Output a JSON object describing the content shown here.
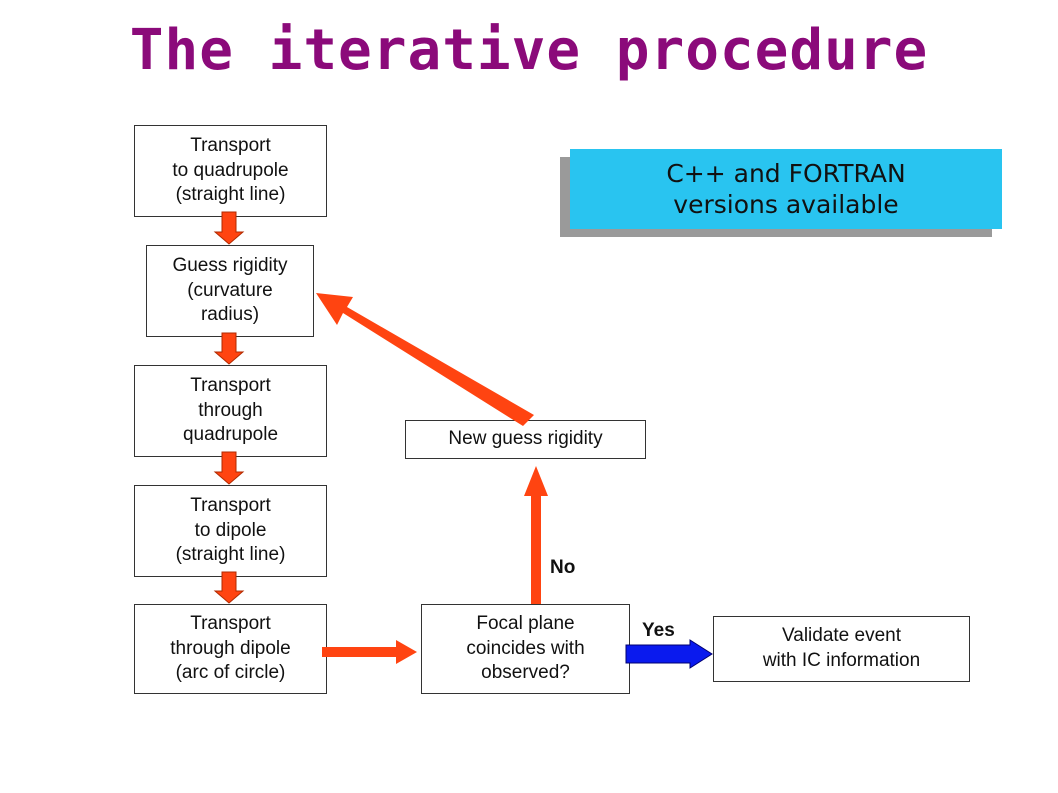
{
  "title": "The iterative procedure",
  "banner": {
    "text": "C++ and FORTRAN\nversions available",
    "color": "#29c4f0"
  },
  "boxes": {
    "transport_to_quadrupole": "Transport\nto quadrupole\n(straight line)",
    "guess_rigidity": "Guess rigidity\n(curvature\nradius)",
    "transport_through_quadrupole": "Transport\nthrough\nquadrupole",
    "transport_to_dipole": "Transport\nto dipole\n(straight line)",
    "transport_through_dipole": "Transport\nthrough dipole\n(arc of circle)",
    "focal_plane_check": "Focal plane\ncoincides with\nobserved?",
    "new_guess_rigidity": "New guess rigidity",
    "validate_event": "Validate event\nwith IC information"
  },
  "labels": {
    "no": "No",
    "yes": "Yes"
  },
  "colors": {
    "title": "#8b0a7a",
    "arrow_red": "#ff4411",
    "arrow_blue": "#0a1aee"
  }
}
